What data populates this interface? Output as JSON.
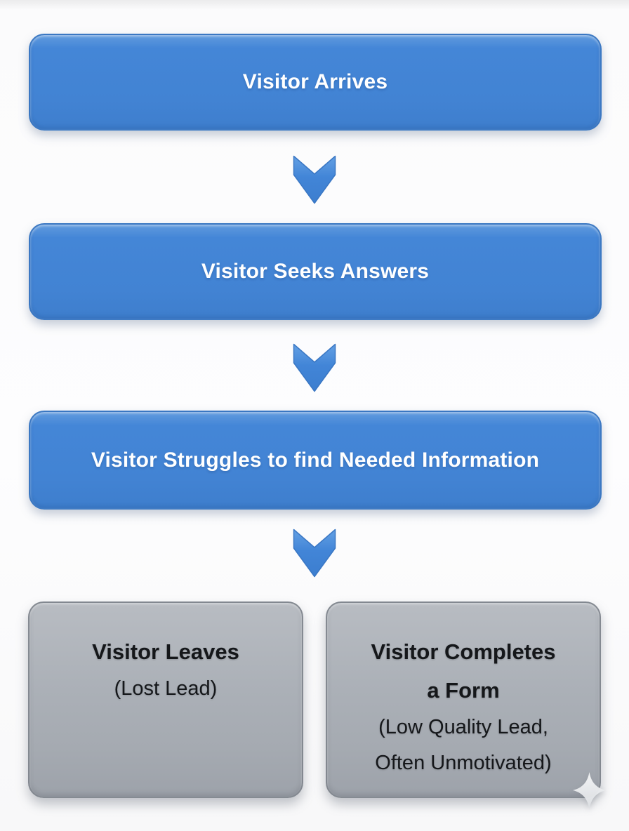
{
  "diagram": {
    "steps": [
      {
        "label": "Visitor Arrives"
      },
      {
        "label": "Visitor Seeks Answers"
      },
      {
        "label": "Visitor Struggles to find Needed Information"
      }
    ],
    "outcomes": {
      "left": {
        "title_lines": [
          "Visitor Leaves"
        ],
        "note_lines": [
          "(Lost Lead)"
        ]
      },
      "right": {
        "title_lines": [
          "Visitor Completes",
          "a Form"
        ],
        "note_lines": [
          "(Low Quality Lead,",
          "Often Unmotivated)"
        ]
      }
    }
  },
  "icons": {
    "connector": "chevron-down-icon",
    "watermark": "sparkle-icon"
  },
  "colors": {
    "step_box": "#4486d7",
    "step_box_top": "#619bde",
    "step_text": "#ffffff",
    "arrow": "#4287d9",
    "outcome_box": "#a5aab1",
    "outcome_text": "#15171a",
    "background": "#fcfcfd"
  }
}
